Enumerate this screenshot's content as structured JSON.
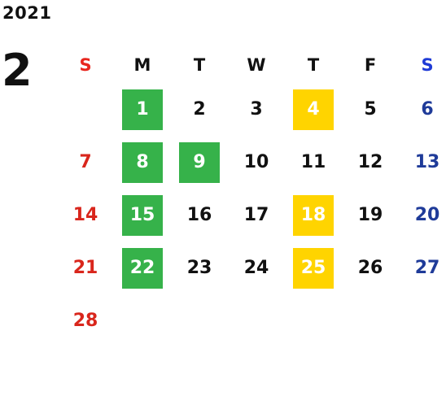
{
  "header": {
    "year": "2021",
    "month": "2"
  },
  "weekdays": [
    "S",
    "M",
    "T",
    "W",
    "T",
    "F",
    "S"
  ],
  "colors": {
    "sunday": "#d9261c",
    "saturday": "#1f3b99",
    "green_highlight": "#36b24a",
    "yellow_highlight": "#ffd400"
  },
  "weeks": [
    [
      {
        "label": ""
      },
      {
        "label": "1",
        "highlight": "green"
      },
      {
        "label": "2"
      },
      {
        "label": "3"
      },
      {
        "label": "4",
        "highlight": "yellow"
      },
      {
        "label": "5"
      },
      {
        "label": "6"
      }
    ],
    [
      {
        "label": "7"
      },
      {
        "label": "8",
        "highlight": "green"
      },
      {
        "label": "9",
        "highlight": "green"
      },
      {
        "label": "10"
      },
      {
        "label": "11"
      },
      {
        "label": "12"
      },
      {
        "label": "13"
      }
    ],
    [
      {
        "label": "14"
      },
      {
        "label": "15",
        "highlight": "green"
      },
      {
        "label": "16"
      },
      {
        "label": "17"
      },
      {
        "label": "18",
        "highlight": "yellow"
      },
      {
        "label": "19"
      },
      {
        "label": "20"
      }
    ],
    [
      {
        "label": "21"
      },
      {
        "label": "22",
        "highlight": "green"
      },
      {
        "label": "23"
      },
      {
        "label": "24"
      },
      {
        "label": "25",
        "highlight": "yellow"
      },
      {
        "label": "26"
      },
      {
        "label": "27"
      }
    ],
    [
      {
        "label": "28"
      },
      {
        "label": ""
      },
      {
        "label": ""
      },
      {
        "label": ""
      },
      {
        "label": ""
      },
      {
        "label": ""
      },
      {
        "label": ""
      }
    ]
  ]
}
